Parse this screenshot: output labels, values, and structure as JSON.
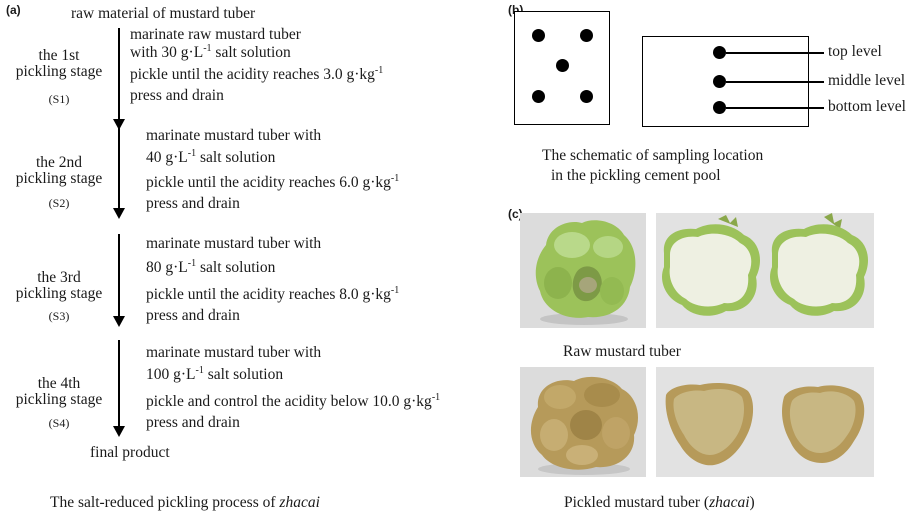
{
  "panel_a": {
    "label": "(a)",
    "start": "raw material of mustard tuber",
    "stages": [
      {
        "name1": "the 1st",
        "name2": "pickling stage",
        "code": "(S1)",
        "l1": "marinate raw mustard tuber",
        "l2a": "with  30 g·L",
        "l2sup": "-1",
        "l2b": " salt solution",
        "l3a": "pickle until the acidity reaches 3.0 g·kg",
        "l3sup": "-1",
        "l4": "press and drain"
      },
      {
        "name1": "the 2nd",
        "name2": "pickling stage",
        "code": "(S2)",
        "l1": "marinate mustard tuber with",
        "l2a": "40 g·L",
        "l2sup": "-1",
        "l2b": " salt solution",
        "l3a": "pickle until the acidity reaches 6.0 g·kg",
        "l3sup": "-1",
        "l4": "press and drain"
      },
      {
        "name1": "the 3rd",
        "name2": "pickling stage",
        "code": "(S3)",
        "l1": "marinate mustard tuber with",
        "l2a": "80 g·L",
        "l2sup": "-1",
        "l2b": " salt solution",
        "l3a": "pickle until the acidity reaches 8.0 g·kg",
        "l3sup": "-1",
        "l4": "press and drain"
      },
      {
        "name1": "the 4th",
        "name2": "pickling stage",
        "code": "(S4)",
        "l1": "marinate mustard tuber with",
        "l2a": "100 g·L",
        "l2sup": "-1",
        "l2b": " salt solution",
        "l3a": "pickle and control the acidity below 10.0 g·kg",
        "l3sup": "-1",
        "l4": "press and drain"
      }
    ],
    "end": "final product",
    "caption_main": "The salt-reduced pickling process of ",
    "caption_italic": "zhacai"
  },
  "panel_b": {
    "label": "(b)",
    "levels": [
      "top level",
      "middle level",
      "bottom level"
    ],
    "caption_line1": "The schematic of sampling location",
    "caption_line2": "in the pickling cement pool"
  },
  "panel_c": {
    "label": "(c)",
    "raw_caption": "Raw mustard tuber",
    "pickled_caption_main": "Pickled mustard tuber (",
    "pickled_caption_italic": "zhacai",
    "pickled_caption_end": ")"
  },
  "colors": {
    "raw_green": "#9cc25a",
    "raw_flesh": "#eef0e2",
    "pickled_tan": "#b69a5a",
    "pickled_flesh": "#c8b783",
    "photo_bg": "#dedede"
  }
}
